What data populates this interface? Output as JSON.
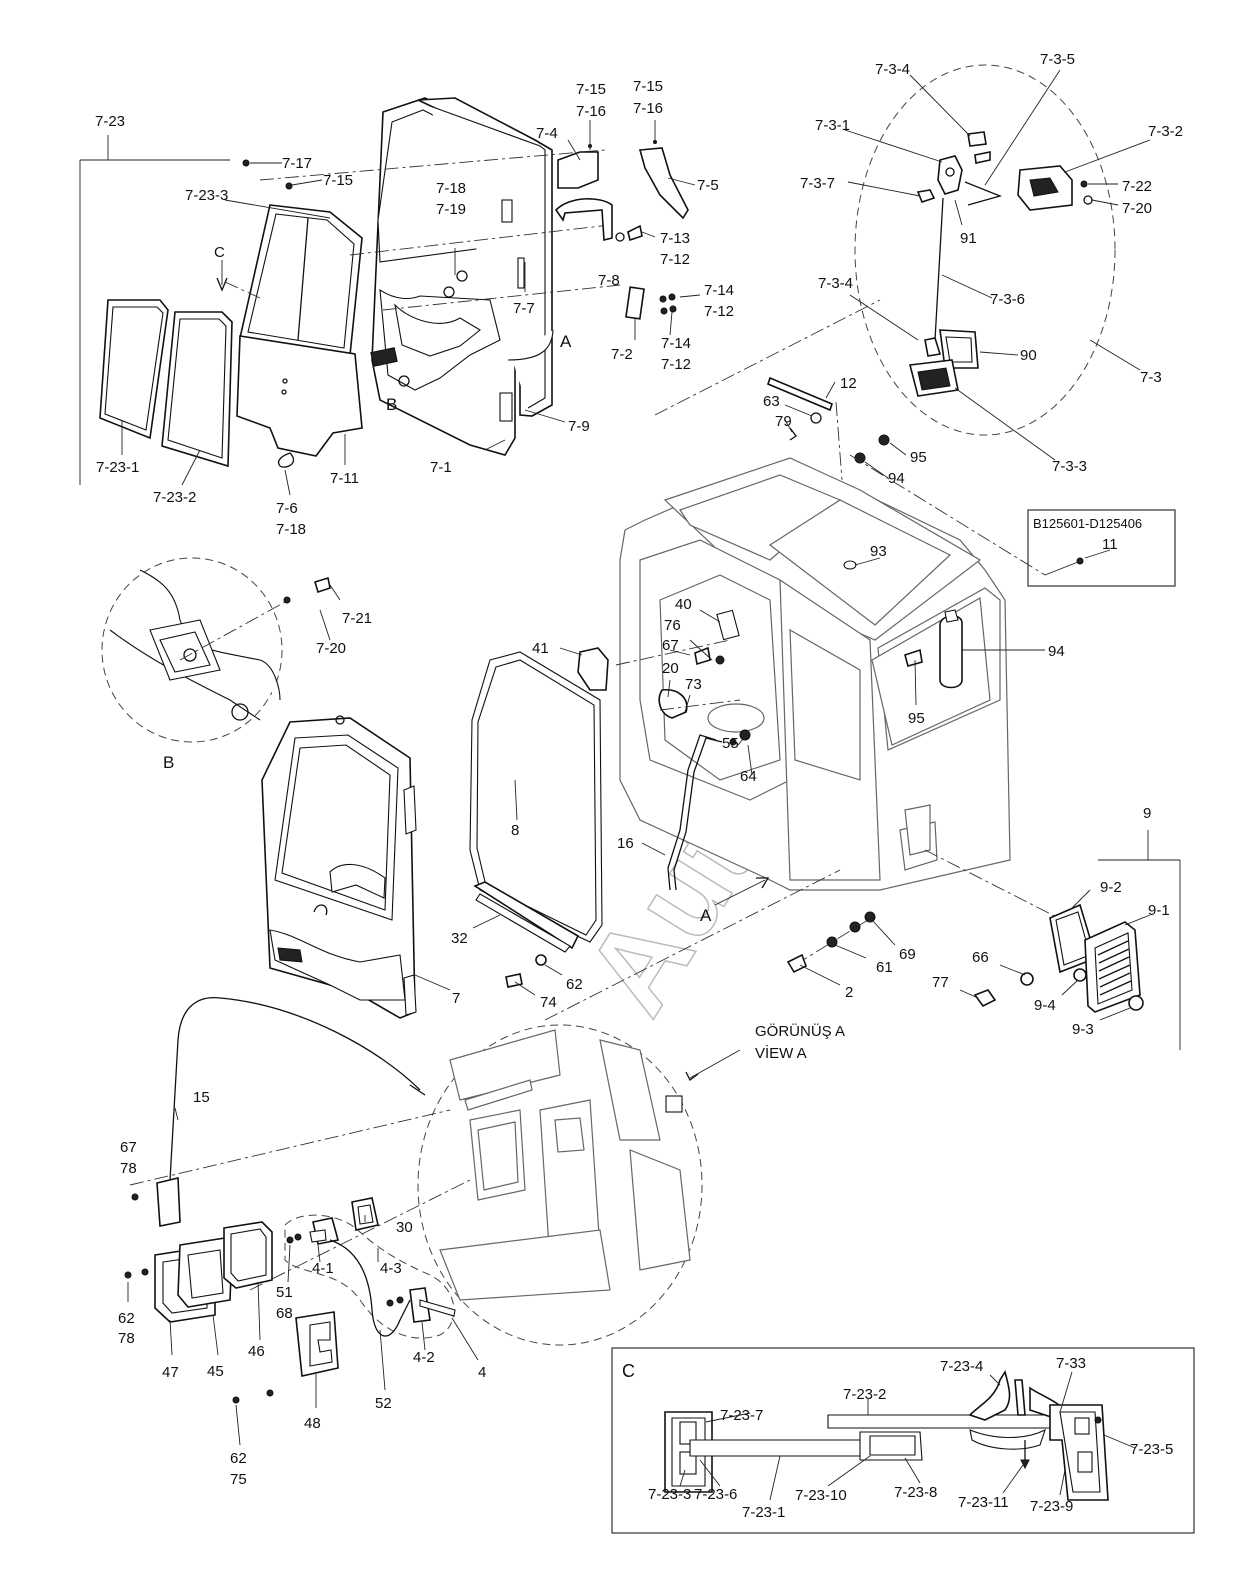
{
  "watermark": "AutoSoft",
  "headings": {
    "view_a_tr": "GÖRÜNÜŞ A",
    "view_a_en": "VİEW A",
    "detail_b": "B",
    "detail_c": "C",
    "serial_range": "B125601-D125406"
  },
  "callouts": [
    {
      "id": "c1",
      "text": "7-23"
    },
    {
      "id": "c2",
      "text": "7-17"
    },
    {
      "id": "c3",
      "text": "7-15"
    },
    {
      "id": "c4",
      "text": "7-23-3"
    },
    {
      "id": "c5",
      "text": "C"
    },
    {
      "id": "c6",
      "text": "7-15"
    },
    {
      "id": "c7",
      "text": "7-16"
    },
    {
      "id": "c8",
      "text": "7-15"
    },
    {
      "id": "c9",
      "text": "7-16"
    },
    {
      "id": "c10",
      "text": "7-4"
    },
    {
      "id": "c11",
      "text": "7-5"
    },
    {
      "id": "c12",
      "text": "7-18"
    },
    {
      "id": "c13",
      "text": "7-19"
    },
    {
      "id": "c14",
      "text": "7-13"
    },
    {
      "id": "c15",
      "text": "7-12"
    },
    {
      "id": "c16",
      "text": "7-8"
    },
    {
      "id": "c17",
      "text": "7-14"
    },
    {
      "id": "c18",
      "text": "7-12"
    },
    {
      "id": "c19",
      "text": "7-7"
    },
    {
      "id": "c20",
      "text": "A"
    },
    {
      "id": "c21",
      "text": "7-2"
    },
    {
      "id": "c22",
      "text": "7-14"
    },
    {
      "id": "c23",
      "text": "7-12"
    },
    {
      "id": "c24",
      "text": "B"
    },
    {
      "id": "c25",
      "text": "7-9"
    },
    {
      "id": "c26",
      "text": "7-23-1"
    },
    {
      "id": "c27",
      "text": "7-23-2"
    },
    {
      "id": "c28",
      "text": "7-11"
    },
    {
      "id": "c29",
      "text": "7-1"
    },
    {
      "id": "c30",
      "text": "7-6"
    },
    {
      "id": "c31",
      "text": "7-18"
    },
    {
      "id": "c32",
      "text": "7-3-4"
    },
    {
      "id": "c33",
      "text": "7-3-5"
    },
    {
      "id": "c34",
      "text": "7-3-1"
    },
    {
      "id": "c35",
      "text": "7-3-2"
    },
    {
      "id": "c36",
      "text": "7-3-7"
    },
    {
      "id": "c37",
      "text": "7-22"
    },
    {
      "id": "c38",
      "text": "7-20"
    },
    {
      "id": "c39",
      "text": "91"
    },
    {
      "id": "c40",
      "text": "7-3-6"
    },
    {
      "id": "c41",
      "text": "7-3-4"
    },
    {
      "id": "c42",
      "text": "90"
    },
    {
      "id": "c43",
      "text": "7-3"
    },
    {
      "id": "c44",
      "text": "7-3-3"
    },
    {
      "id": "c45",
      "text": "12"
    },
    {
      "id": "c46",
      "text": "63"
    },
    {
      "id": "c47",
      "text": "79"
    },
    {
      "id": "c48",
      "text": "95"
    },
    {
      "id": "c49",
      "text": "94"
    },
    {
      "id": "c50",
      "text": "11"
    },
    {
      "id": "c51",
      "text": "93"
    },
    {
      "id": "c52",
      "text": "94"
    },
    {
      "id": "c53",
      "text": "95"
    },
    {
      "id": "c54",
      "text": "7-21"
    },
    {
      "id": "c55",
      "text": "7-20"
    },
    {
      "id": "c56",
      "text": "40"
    },
    {
      "id": "c57",
      "text": "76"
    },
    {
      "id": "c58",
      "text": "67"
    },
    {
      "id": "c59",
      "text": "41"
    },
    {
      "id": "c60",
      "text": "20"
    },
    {
      "id": "c61",
      "text": "73"
    },
    {
      "id": "c62",
      "text": "55"
    },
    {
      "id": "c63",
      "text": "64"
    },
    {
      "id": "c64",
      "text": "8"
    },
    {
      "id": "c65",
      "text": "16"
    },
    {
      "id": "c66",
      "text": "9"
    },
    {
      "id": "c67",
      "text": "9-2"
    },
    {
      "id": "c68",
      "text": "9-1"
    },
    {
      "id": "c69",
      "text": "A"
    },
    {
      "id": "c70",
      "text": "32"
    },
    {
      "id": "c71",
      "text": "69"
    },
    {
      "id": "c72",
      "text": "61"
    },
    {
      "id": "c73",
      "text": "66"
    },
    {
      "id": "c74",
      "text": "62"
    },
    {
      "id": "c75",
      "text": "74"
    },
    {
      "id": "c76",
      "text": "7"
    },
    {
      "id": "c77",
      "text": "2"
    },
    {
      "id": "c78",
      "text": "77"
    },
    {
      "id": "c79",
      "text": "9-4"
    },
    {
      "id": "c80",
      "text": "9-3"
    },
    {
      "id": "c81",
      "text": "15"
    },
    {
      "id": "c82",
      "text": "67"
    },
    {
      "id": "c83",
      "text": "78"
    },
    {
      "id": "c84",
      "text": "30"
    },
    {
      "id": "c85",
      "text": "4-1"
    },
    {
      "id": "c86",
      "text": "4-3"
    },
    {
      "id": "c87",
      "text": "51"
    },
    {
      "id": "c88",
      "text": "68"
    },
    {
      "id": "c89",
      "text": "62"
    },
    {
      "id": "c90",
      "text": "78"
    },
    {
      "id": "c91",
      "text": "47"
    },
    {
      "id": "c92",
      "text": "45"
    },
    {
      "id": "c93",
      "text": "46"
    },
    {
      "id": "c94",
      "text": "4-2"
    },
    {
      "id": "c95",
      "text": "4"
    },
    {
      "id": "c96",
      "text": "52"
    },
    {
      "id": "c97",
      "text": "48"
    },
    {
      "id": "c98",
      "text": "62"
    },
    {
      "id": "c99",
      "text": "75"
    },
    {
      "id": "c100",
      "text": "7-23-4"
    },
    {
      "id": "c101",
      "text": "7-33"
    },
    {
      "id": "c102",
      "text": "7-23-2"
    },
    {
      "id": "c103",
      "text": "7-23-7"
    },
    {
      "id": "c104",
      "text": "7-23-5"
    },
    {
      "id": "c105",
      "text": "7-23-3"
    },
    {
      "id": "c106",
      "text": "7-23-6"
    },
    {
      "id": "c107",
      "text": "7-23-10"
    },
    {
      "id": "c108",
      "text": "7-23-8"
    },
    {
      "id": "c109",
      "text": "7-23-11"
    },
    {
      "id": "c110",
      "text": "7-23-9"
    },
    {
      "id": "c111",
      "text": "7-23-1"
    }
  ]
}
